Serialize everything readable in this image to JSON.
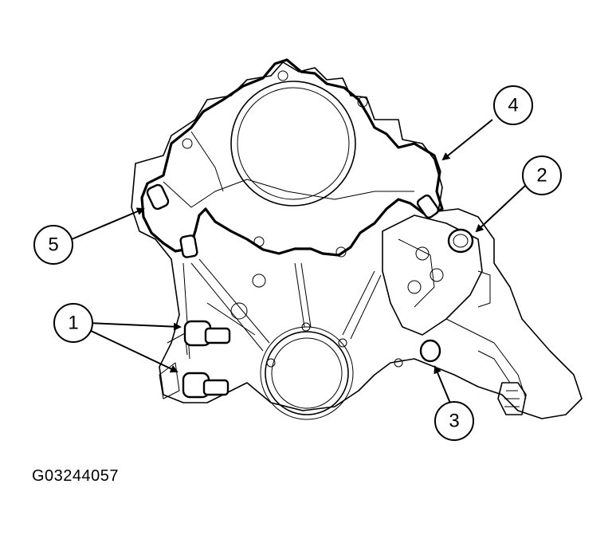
{
  "callouts": {
    "c1": "1",
    "c2": "2",
    "c3": "3",
    "c4": "4",
    "c5": "5"
  },
  "figure_id": "G03244057",
  "colors": {
    "line": "#000000",
    "background": "#ffffff"
  }
}
